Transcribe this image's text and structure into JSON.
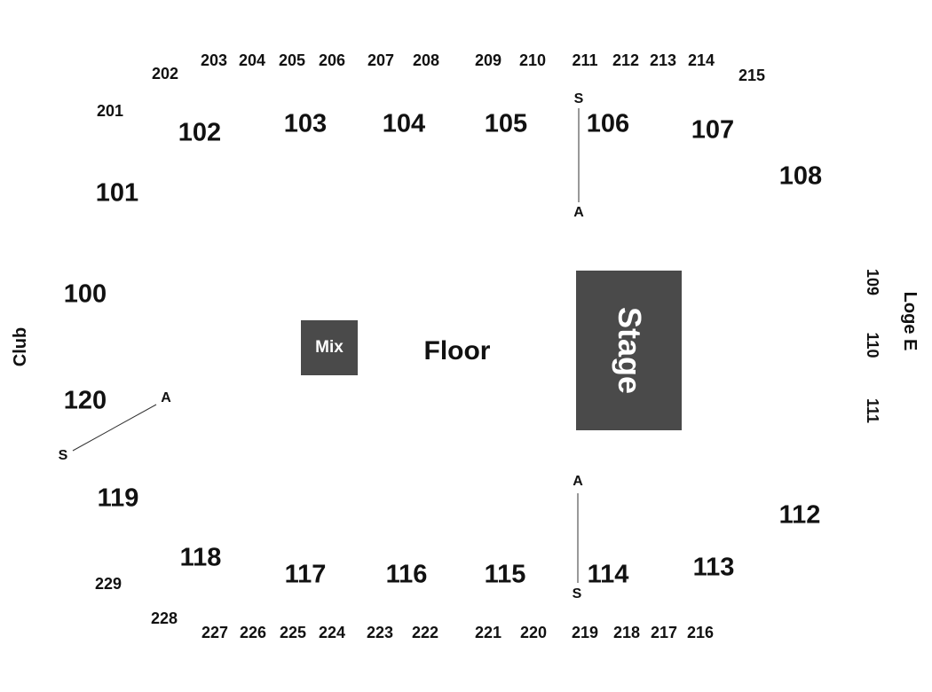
{
  "stage": {
    "label": "Stage",
    "color": "#4a4a4a"
  },
  "mix": {
    "label": "Mix",
    "color": "#4a4a4a"
  },
  "floor": {
    "label": "Floor"
  },
  "side_labels": {
    "club": "Club",
    "loge": "Loge E"
  },
  "upper_top": [
    "201",
    "202",
    "203",
    "204",
    "205",
    "206",
    "207",
    "208",
    "209",
    "210",
    "211",
    "212",
    "213",
    "214",
    "215"
  ],
  "lower_top": [
    "101",
    "102",
    "103",
    "104",
    "105",
    "106",
    "107",
    "108"
  ],
  "loge_sections": [
    "109",
    "110",
    "111"
  ],
  "lower_bottom": [
    "112",
    "113",
    "114",
    "115",
    "116",
    "117",
    "118",
    "119",
    "120",
    "100"
  ],
  "upper_bottom": [
    "216",
    "217",
    "218",
    "219",
    "220",
    "221",
    "222",
    "223",
    "224",
    "225",
    "226",
    "227",
    "228",
    "229"
  ],
  "aisle_markers": [
    {
      "top": "S",
      "bottom": "A"
    },
    {
      "top": "A",
      "bottom": "S"
    },
    {
      "top": "A",
      "bottom": "S"
    }
  ]
}
